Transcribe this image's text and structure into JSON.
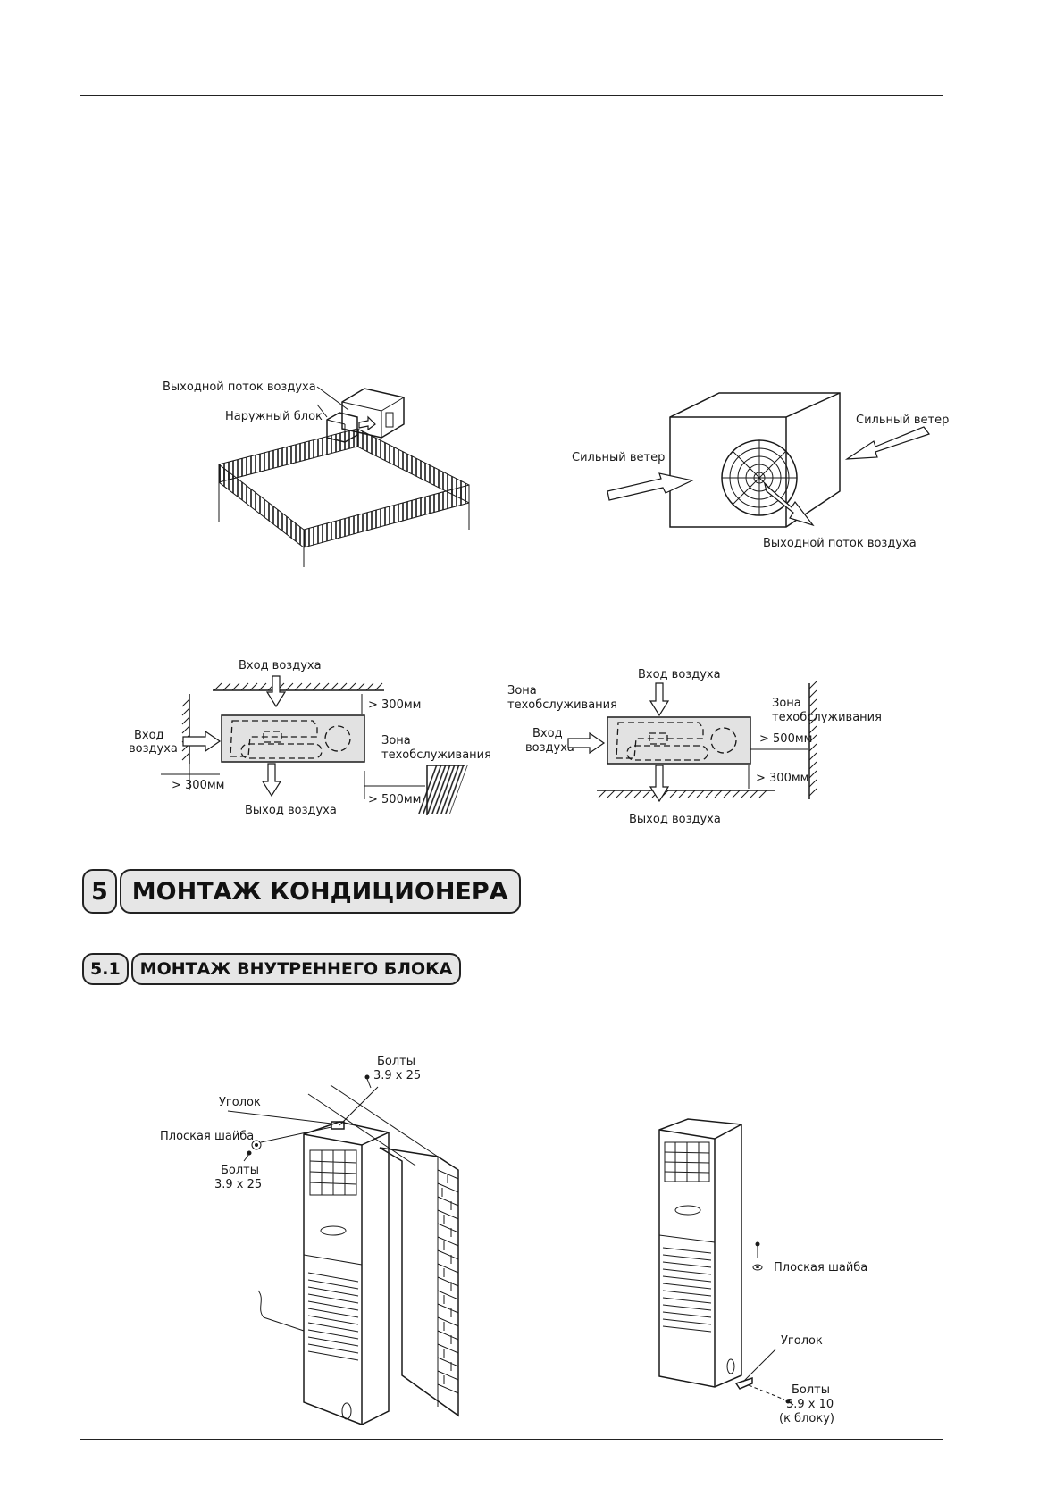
{
  "figure1": {
    "label_outlet": "Выходной поток воздуха",
    "label_outdoor_unit": "Наружный блок"
  },
  "figure2": {
    "label_wind_left": "Сильный ветер",
    "label_wind_right": "Сильный ветер",
    "label_outlet": "Выходной поток воздуха"
  },
  "figure3": {
    "air_inlet_top": "Вход воздуха",
    "air_inlet_side_1": "Вход",
    "air_inlet_side_2": "воздуха",
    "gap_top": "> 300мм",
    "service_zone_1": "Зона",
    "service_zone_2": "техобслуживания",
    "gap_side": "> 300мм",
    "air_outlet": "Выход воздуха",
    "gap_service": "> 500мм"
  },
  "figure4": {
    "air_inlet_top": "Вход воздуха",
    "service_zone_left_1": "Зона",
    "service_zone_left_2": "техобслуживания",
    "air_inlet_side_1": "Вход",
    "air_inlet_side_2": "воздуха",
    "service_zone_right_1": "Зона",
    "service_zone_right_2": "техобслуживания",
    "gap_service": "> 500мм",
    "gap_floor": "> 300мм",
    "air_outlet": "Выход воздуха"
  },
  "section5": {
    "number": "5",
    "title": "МОНТАЖ КОНДИЦИОНЕРА"
  },
  "section5_1": {
    "number": "5.1",
    "title": "МОНТАЖ ВНУТРЕННЕГО БЛОКА"
  },
  "figure5": {
    "bolts_top_1": "Болты",
    "bolts_top_2": "3.9 x 25",
    "bracket": "Уголок",
    "washer": "Плоская шайба",
    "bolts_left_1": "Болты",
    "bolts_left_2": "3.9 x 25"
  },
  "figure6": {
    "washer": "Плоская шайба",
    "bracket": "Уголок",
    "bolts_1": "Болты",
    "bolts_2": "3.9 x 10",
    "bolts_3": "(к блоку)"
  }
}
